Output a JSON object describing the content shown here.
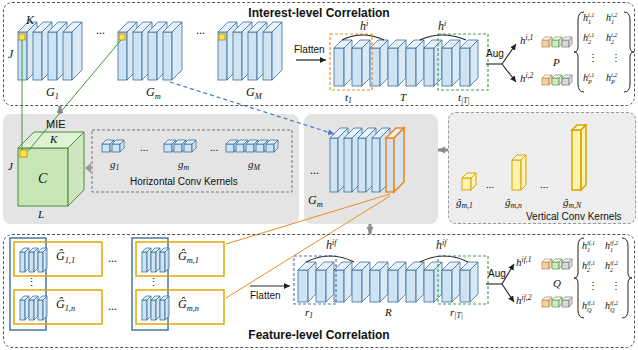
{
  "diagram": {
    "nodes": [
      {
        "text": [
          "Interest-level Correlation"
        ]
      },
      {
        "text": [
          "Feature-level Correlation"
        ]
      },
      {
        "text": [
          "MIE",
          "Horizontal Conv Kernels"
        ]
      },
      {
        "text": [
          "Vertical Conv Kernels"
        ]
      },
      {
        "text": [
          "...",
          "G",
          "m"
        ]
      }
    ],
    "edges": [
      {
        "from": 2,
        "to": 0,
        "arrow": "to"
      },
      {
        "from": 3,
        "to": 4,
        "arrow": "to"
      },
      {
        "from": 4,
        "to": 1,
        "arrow": "to"
      }
    ],
    "labels": [
      "K",
      "J",
      "G",
      "1",
      "...",
      "G",
      "m",
      "...",
      "G",
      "M",
      "Flatten",
      "h",
      "i",
      "h",
      "i",
      "t",
      "1",
      "T",
      "t",
      "|T|",
      "Aug",
      "h",
      "i,1",
      "h",
      "i,2",
      "P",
      "h",
      "1",
      "i,1",
      "h",
      "1",
      "i,2",
      "h",
      "2",
      "i,1",
      "h",
      "2",
      "i,2",
      "⋮",
      "⋮",
      "h",
      "P",
      "i,1",
      "h",
      "P",
      "i,2",
      "K",
      "J",
      "C",
      "L",
      "g",
      "1",
      "...",
      "g",
      "m",
      "...",
      "g",
      "M",
      "ĝ",
      "m,1",
      "...",
      "ĝ",
      "m,n",
      "...",
      "ĝ",
      "m,N",
      "Ĝ",
      "1,1",
      "...",
      "Ĝ",
      "m,1",
      "⋮",
      "⋮",
      "Ĝ",
      "1,n",
      "...",
      "Ĝ",
      "m,n",
      "Flatten",
      "h",
      "if",
      "h",
      "if",
      "r",
      "1",
      "R",
      "r",
      "|T|",
      "Aug",
      "h",
      "if,1",
      "h",
      "if,2",
      "Q",
      "h",
      "1",
      "if,1",
      "h",
      "1",
      "if,2",
      "h",
      "2",
      "if,1",
      "h",
      "2",
      "if,2",
      "⋮",
      "⋮",
      "h",
      "Q",
      "if,1",
      "h",
      "Q",
      "if,2"
    ]
  }
}
